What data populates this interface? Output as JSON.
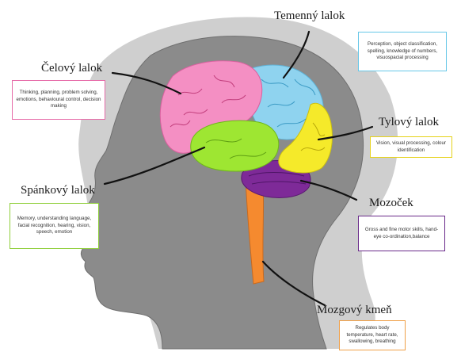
{
  "colors": {
    "frontal": "#f48fc3",
    "parietal": "#8fd3ef",
    "temporal": "#9ee632",
    "occipital": "#f5ea2a",
    "cerebellum": "#7e2a98",
    "brainstem": "#f58a2f",
    "head": "#8b8b8b",
    "background_shade": "#cfcfcf",
    "frontal_box_border": "#e66aa8",
    "parietal_box_border": "#66c7e8",
    "occipital_box_border": "#e6d21a",
    "temporal_box_border": "#8fcf3a",
    "cerebellum_box_border": "#6a2a8a",
    "brainstem_box_border": "#f0a048"
  },
  "labels": {
    "frontal": {
      "title": "Čelový lalok",
      "description": "Thinking, planning, problem solving, emotions, behavioural control, decision making"
    },
    "parietal": {
      "title": "Temenný lalok",
      "description": "Perception, object classification, spelling, knowledge of numbers, visuospacial processing"
    },
    "occipital": {
      "title": "Tylový lalok",
      "description": "Vision, visual processing, colour identification"
    },
    "temporal": {
      "title": "Spánkový lalok",
      "description": "Memory, understanding language, facial recognition, hearing, vision, speech, emotion"
    },
    "cerebellum": {
      "title": "Mozoček",
      "description": "Gross and fine motor skills, hand-eye co-ordination,balance"
    },
    "brainstem": {
      "title": "Mozgový kmeň",
      "description": "Regulates body temperature, heart rate, swallowing, breathing"
    }
  }
}
